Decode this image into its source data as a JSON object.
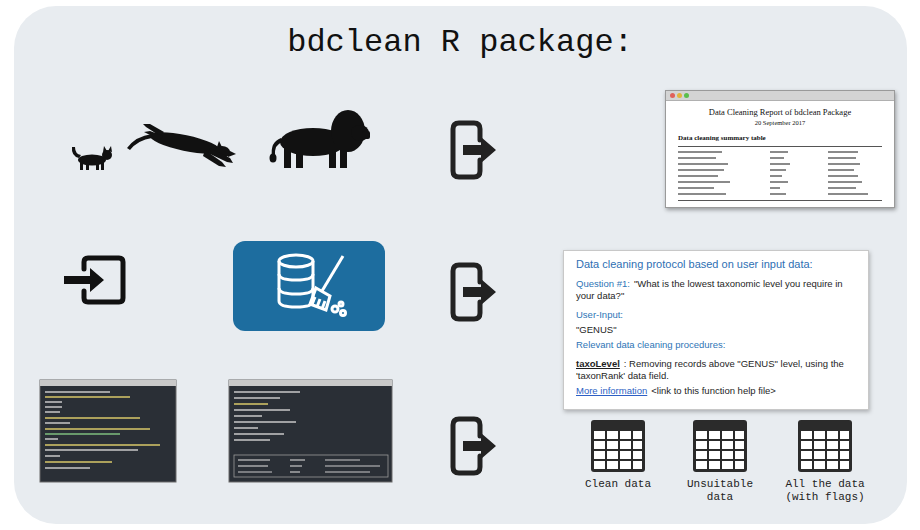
{
  "diagram": {
    "title": "bdclean R package:",
    "nodes": [
      {
        "text": [
          "Data Cleaning Report of bdclean Package",
          "20 September 2017",
          "Data cleaning summary table"
        ]
      },
      {
        "text": [
          "Data cleaning protocol based on user input data:",
          "Question #1:",
          "\"What is the lowest taxonomic level you require in your data?\"",
          "User-Input:",
          "\"GENUS\"",
          "Relevant data cleaning procedures:",
          "taxoLevel",
          ": Removing records above \"GENUS\" level, using the 'taxonRank' data field.",
          "More information",
          "<link to this function help file>"
        ]
      }
    ],
    "labels": [
      "Clean data",
      "Unsuitable data",
      "All the data (with flags)"
    ]
  }
}
